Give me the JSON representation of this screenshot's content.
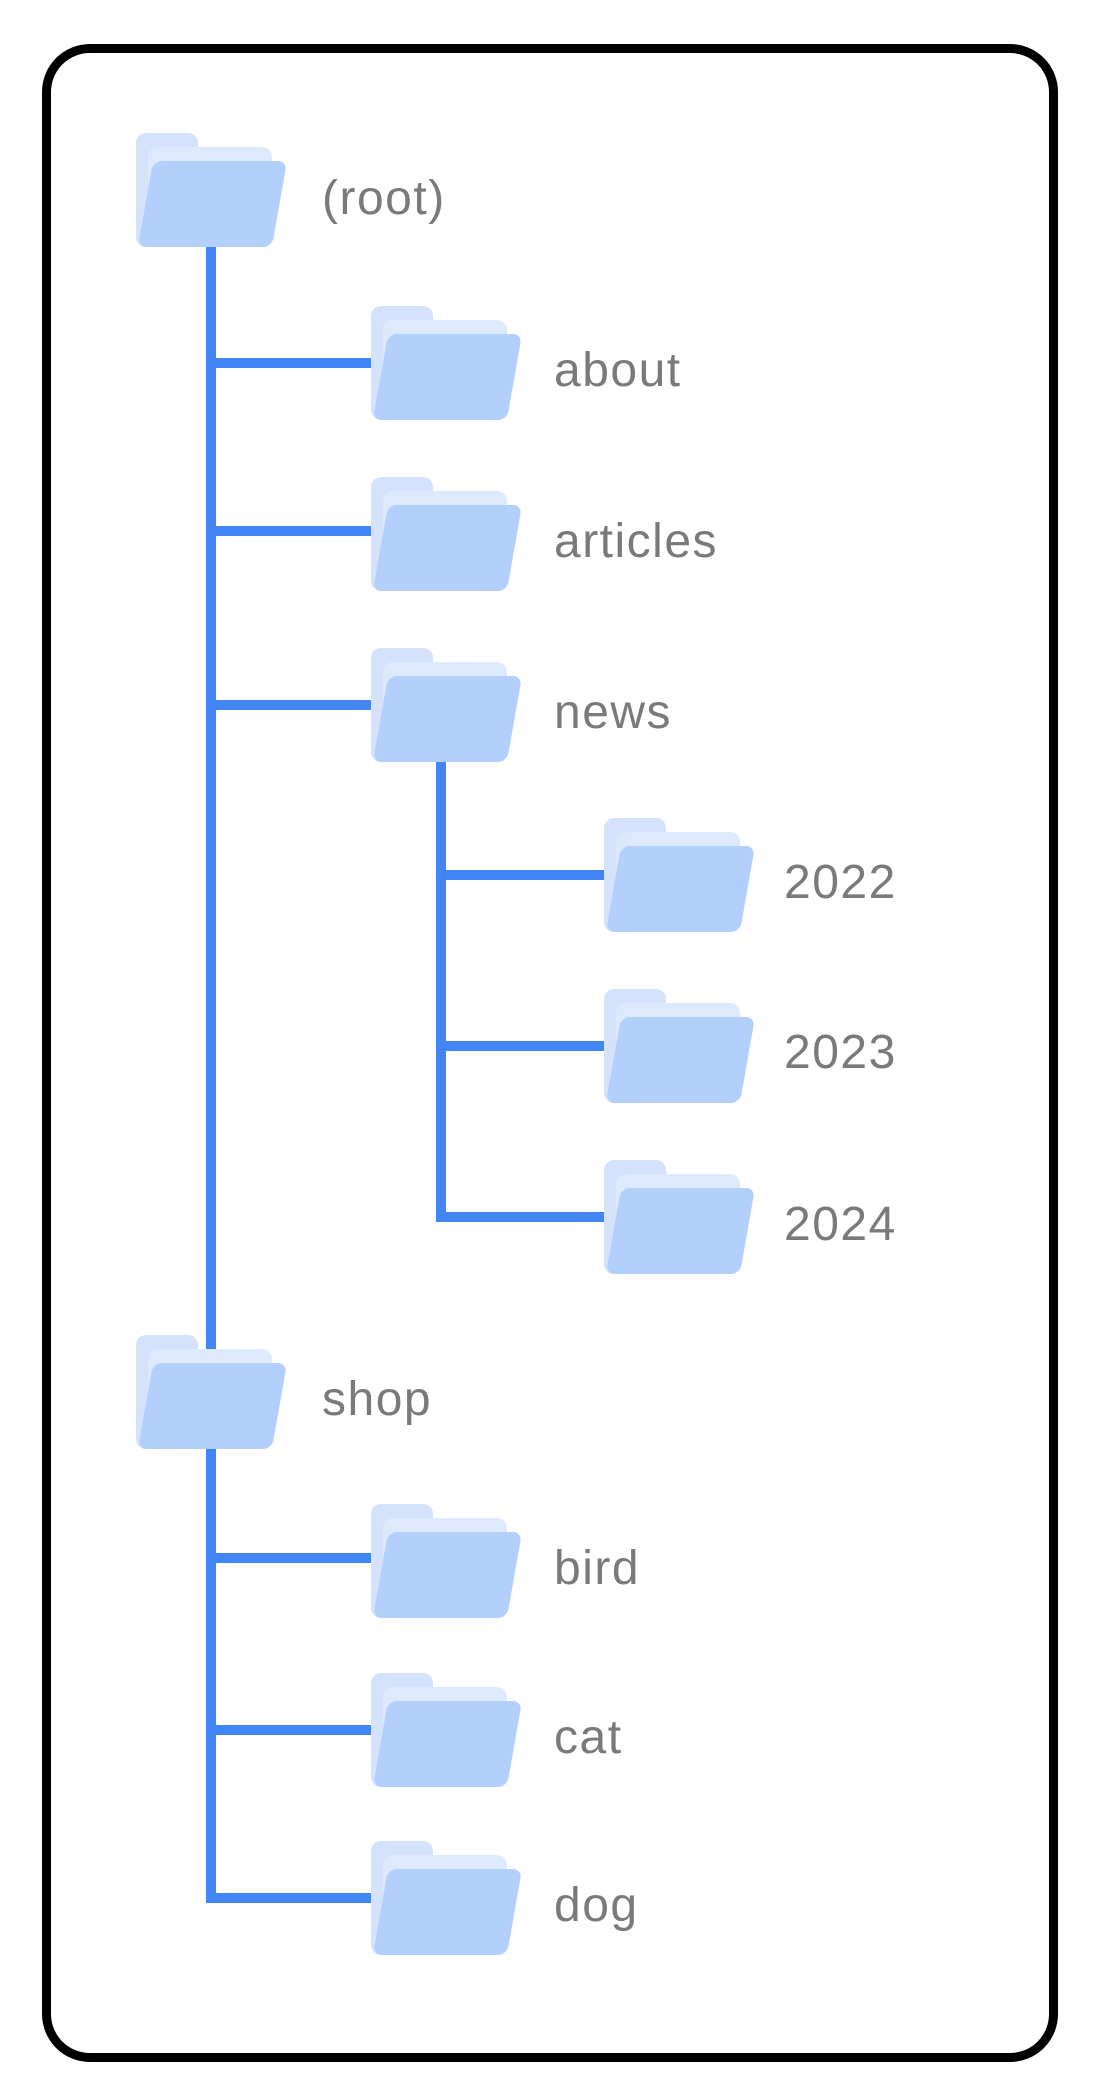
{
  "diagram": {
    "kind": "site-folder-tree",
    "colors": {
      "connector": "#4285f4",
      "folder_front": "#b3cffb",
      "folder_back_light": "#d4e2fc",
      "folder_back_lighter": "#dde9fd",
      "label_text": "#7a7a7a",
      "card_border": "#000000",
      "background": "#ffffff"
    },
    "icons": {
      "node_icon": "folder-icon"
    },
    "tree": {
      "nodes": [
        {
          "id": "root",
          "label": "(root)",
          "parent": null,
          "depth": 0
        },
        {
          "id": "about",
          "label": "about",
          "parent": "root",
          "depth": 1
        },
        {
          "id": "articles",
          "label": "articles",
          "parent": "root",
          "depth": 1
        },
        {
          "id": "news",
          "label": "news",
          "parent": "root",
          "depth": 1
        },
        {
          "id": "y2022",
          "label": "2022",
          "parent": "news",
          "depth": 2
        },
        {
          "id": "y2023",
          "label": "2023",
          "parent": "news",
          "depth": 2
        },
        {
          "id": "y2024",
          "label": "2024",
          "parent": "news",
          "depth": 2
        },
        {
          "id": "shop",
          "label": "shop",
          "parent": "root",
          "depth": 0
        },
        {
          "id": "bird",
          "label": "bird",
          "parent": "shop",
          "depth": 1
        },
        {
          "id": "cat",
          "label": "cat",
          "parent": "shop",
          "depth": 1
        },
        {
          "id": "dog",
          "label": "dog",
          "parent": "shop",
          "depth": 1
        }
      ]
    }
  }
}
